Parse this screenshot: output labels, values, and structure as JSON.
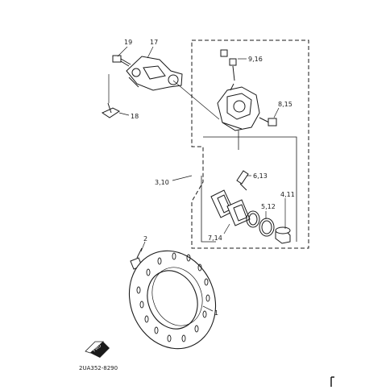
{
  "diagram": {
    "callouts": {
      "c1": "1",
      "c2": "2",
      "c3_10": "3,10",
      "c4_11": "4,11",
      "c5_12": "5,12",
      "c6_13": "6,13",
      "c7_14": "7,14",
      "c8_15": "8,15",
      "c9_16": "9,16",
      "c17": "17",
      "c18": "18",
      "c19": "19"
    },
    "fwd_badge": "FWD",
    "diagram_code": "2UA352-8290",
    "colors": {
      "ink": "#1a1a1a",
      "paper": "#ffffff"
    }
  }
}
